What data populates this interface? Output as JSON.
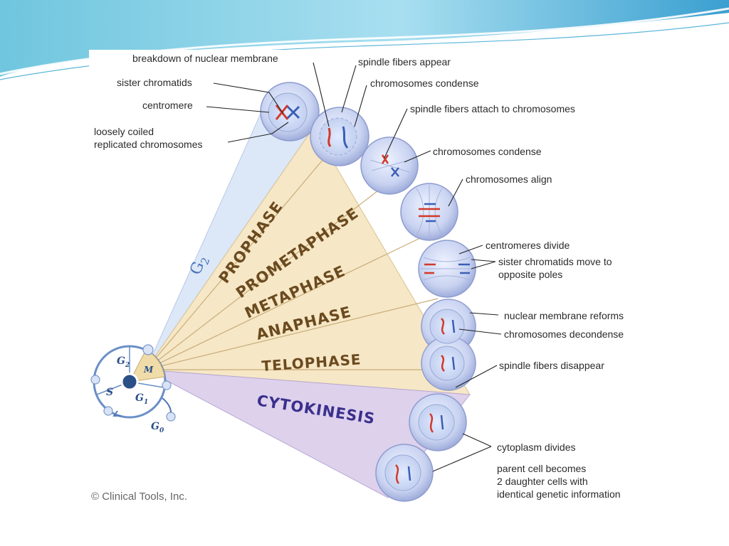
{
  "diagram": {
    "phases": {
      "g2": "G",
      "g2_sub": "2",
      "prophase": "PROPHASE",
      "prometaphase": "PROMETAPHASE",
      "metaphase": "METAPHASE",
      "anaphase": "ANAPHASE",
      "telophase": "TELOPHASE",
      "cytokinesis": "CYTOKINESIS"
    },
    "cycle": {
      "g2": "G",
      "g2_sub": "2",
      "m": "M",
      "s": "S",
      "g1": "G",
      "g1_sub": "1",
      "g0": "G",
      "g0_sub": "0"
    },
    "labels": {
      "breakdown": "breakdown of nuclear membrane",
      "sister_chromatids": "sister chromatids",
      "centromere": "centromere",
      "loosely_coiled": "loosely coiled",
      "replicated_chromosomes": "replicated chromosomes",
      "spindle_appear": "spindle fibers appear",
      "chrom_condense_1": "chromosomes condense",
      "spindle_attach": "spindle fibers attach to chromosomes",
      "chrom_condense_2": "chromosomes condense",
      "chrom_align": "chromosomes align",
      "centromeres_divide": "centromeres divide",
      "sister_move_1": "sister chromatids move to",
      "sister_move_2": "opposite poles",
      "membrane_reforms": "nuclear membrane reforms",
      "chrom_decondense": "chromosomes decondense",
      "spindle_disappear": "spindle fibers disappear",
      "cytoplasm_divides": "cytoplasm divides",
      "parent_1": "parent cell becomes",
      "parent_2": "2 daughter cells with",
      "parent_3": "identical genetic information"
    },
    "credit": "© Clinical Tools, Inc."
  }
}
